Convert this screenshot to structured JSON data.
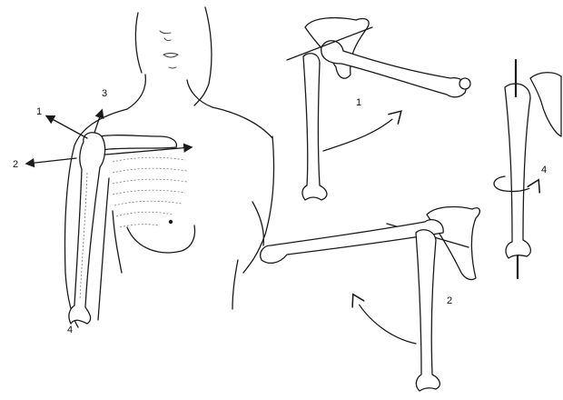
{
  "labels": {
    "front_1": "1",
    "front_2": "2",
    "front_3": "3",
    "front_4": "4",
    "abduction_1": "1",
    "extension_2": "2",
    "rotation_4": "4"
  },
  "colors": {
    "ink": "#1a1a1a",
    "background": "#ffffff"
  }
}
